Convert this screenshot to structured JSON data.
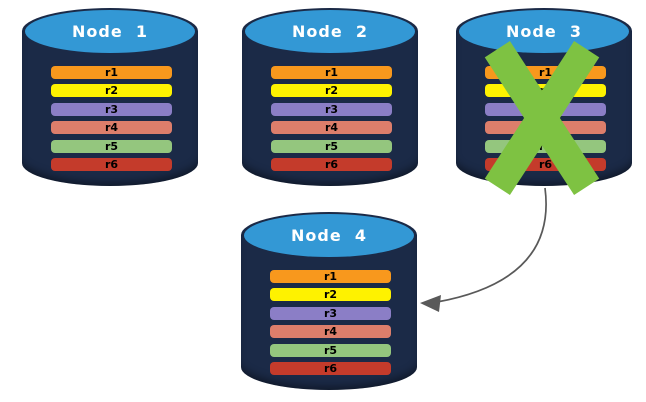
{
  "diagram_name": "database-node-failover-replication",
  "nodes": [
    {
      "title": "Node  1",
      "failed": false
    },
    {
      "title": "Node  2",
      "failed": false
    },
    {
      "title": "Node  3",
      "failed": true
    },
    {
      "title": "Node  4",
      "failed": false
    }
  ],
  "rows": [
    {
      "label": "r1",
      "color": "#F8981D"
    },
    {
      "label": "r2",
      "color": "#FEF200"
    },
    {
      "label": "r3",
      "color": "#8B7EC6"
    },
    {
      "label": "r4",
      "color": "#DD7E6B"
    },
    {
      "label": "r5",
      "color": "#94C67E"
    },
    {
      "label": "r6",
      "color": "#C43B2B"
    }
  ],
  "colors": {
    "background": "#FFFFFF",
    "cylinder_body": "#1B2A47",
    "cylinder_top": "#3398D5",
    "title_text": "#FFFFFF",
    "row_text": "#000000",
    "failure_x": "#7EC242",
    "arrow": "#595959"
  }
}
